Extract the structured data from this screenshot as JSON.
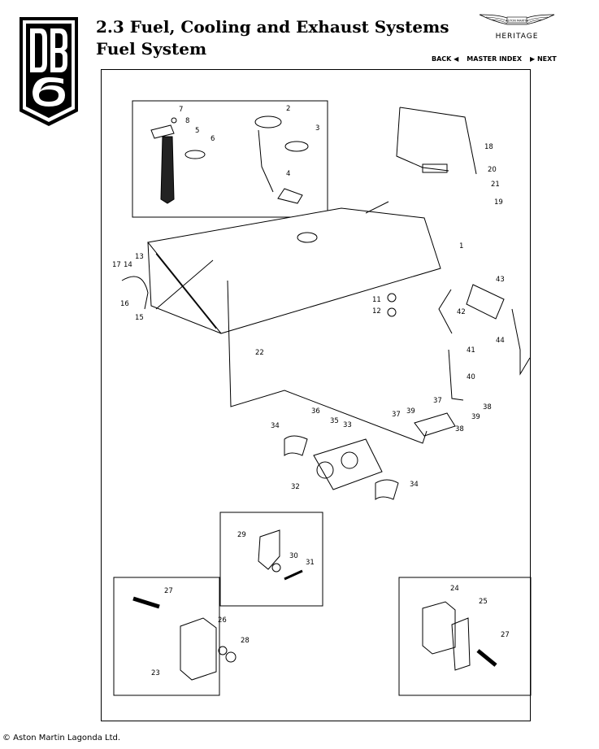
{
  "header": {
    "logo_text": "DB6",
    "title_line1": "2.3 Fuel, Cooling and Exhaust Systems",
    "title_line2": "Fuel System",
    "brand_badge": "ASTON MARTIN",
    "brand_sub": "HERITAGE"
  },
  "nav": {
    "back": "BACK ◀",
    "master_index": "MASTER INDEX",
    "next": "▶ NEXT"
  },
  "callouts": [
    "1",
    "2",
    "3",
    "4",
    "5",
    "6",
    "7",
    "8",
    "11",
    "12",
    "13",
    "14",
    "15",
    "16",
    "17",
    "18",
    "19",
    "20",
    "21",
    "22",
    "23",
    "24",
    "25",
    "26",
    "27",
    "27",
    "28",
    "29",
    "30",
    "31",
    "32",
    "33",
    "34",
    "34",
    "35",
    "36",
    "37",
    "37",
    "38",
    "38",
    "39",
    "39",
    "40",
    "41",
    "42",
    "43",
    "44"
  ],
  "footer": {
    "copyright": "© Aston Martin Lagonda Ltd."
  }
}
